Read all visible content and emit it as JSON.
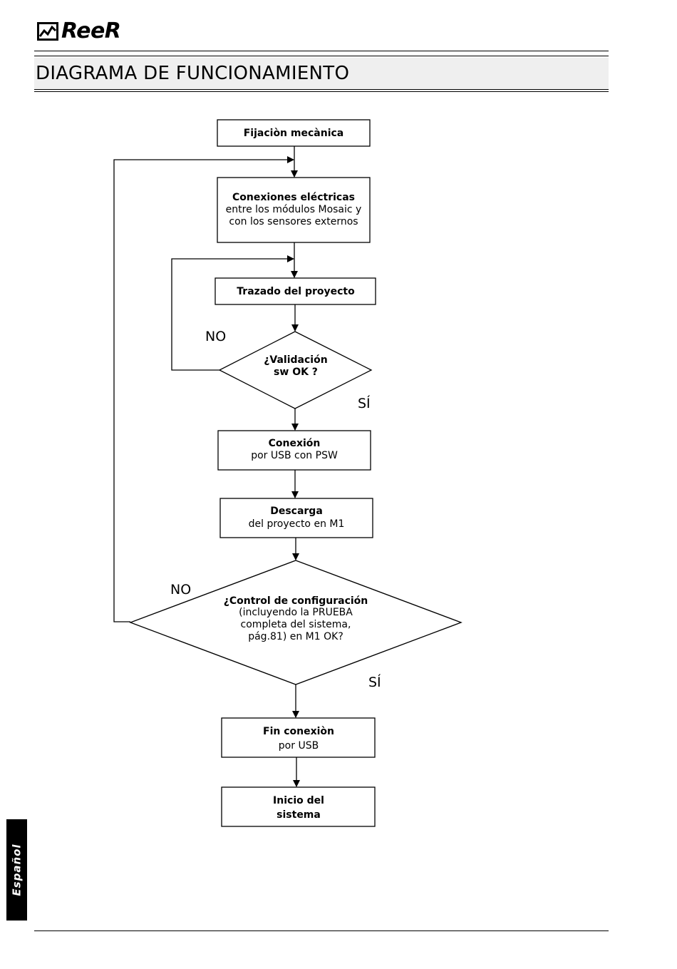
{
  "header": {
    "brand": "ReeR",
    "brand_icon": "reer-logo-icon",
    "section_title": "DIAGRAMA DE FUNCIONAMIENTO"
  },
  "side_tab": {
    "label": "Español"
  },
  "flowchart": {
    "nodes": {
      "fijacion": {
        "line1": "Fijaciòn mecànica"
      },
      "conexiones": {
        "line1": "Conexiones eléctricas",
        "line2": "entre los módulos Mosaic y",
        "line3": "con los sensores externos"
      },
      "trazado": {
        "line1": "Trazado del proyecto"
      },
      "validacion": {
        "line1": "¿Validación",
        "line2": "sw OK ?"
      },
      "conexion_usb": {
        "line1": "Conexión",
        "line2": "por USB con PSW"
      },
      "descarga": {
        "line1": "Descarga",
        "line2": "del proyecto en M1"
      },
      "control": {
        "line1": "¿Control de configuración",
        "line2": "(incluyendo la PRUEBA",
        "line3": "completa del sistema,",
        "line4": "pág.81) en M1 OK?"
      },
      "fin_conexion": {
        "line1": "Fin conexiòn",
        "line2": "por USB"
      },
      "inicio": {
        "line1": "Inicio del",
        "line2": "sistema"
      }
    },
    "labels": {
      "no_validacion": "NO",
      "si_validacion": "SÍ",
      "no_control": "NO",
      "si_control": "SÍ"
    }
  }
}
